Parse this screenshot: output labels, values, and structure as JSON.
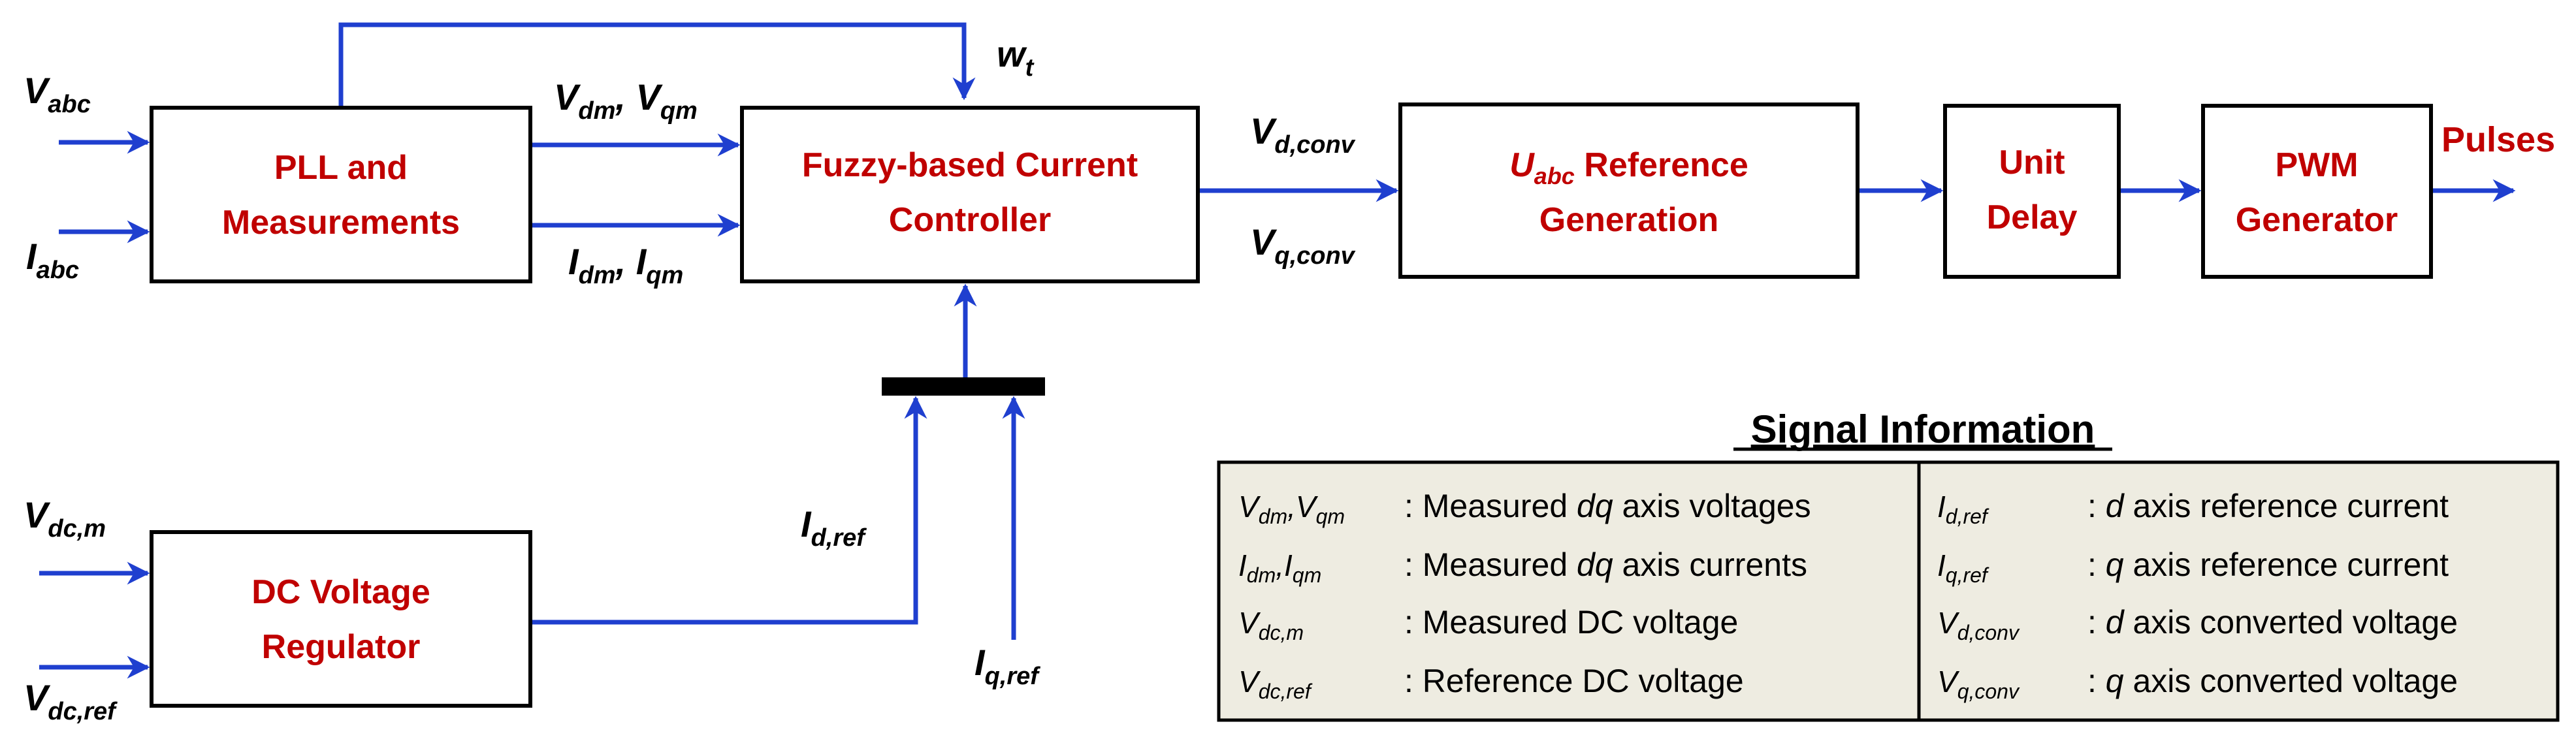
{
  "blocks": {
    "pll": [
      "PLL and",
      "Measurements"
    ],
    "fuzzy": [
      "Fuzzy-based Current",
      "Controller"
    ],
    "uabc": {
      "main": "U",
      "sub": "abc",
      "rest": " Reference",
      "line2": "Generation"
    },
    "delay": [
      "Unit",
      "Delay"
    ],
    "pwm": [
      "PWM",
      "Generator"
    ],
    "dc": [
      "DC Voltage",
      "Regulator"
    ]
  },
  "signals": {
    "vabc": {
      "m": "V",
      "s": "abc"
    },
    "iabc": {
      "m": "I",
      "s": "abc"
    },
    "vdm": {
      "m": "V",
      "s": "dm"
    },
    "vqm": {
      "m": "V",
      "s": "qm"
    },
    "idm": {
      "m": "I",
      "s": "dm"
    },
    "iqm": {
      "m": "I",
      "s": "qm"
    },
    "wt": {
      "m": "w",
      "s": "t"
    },
    "vdconv": {
      "m": "V",
      "s": "d,conv"
    },
    "vqconv": {
      "m": "V",
      "s": "q,conv"
    },
    "pulses": "Pulses",
    "vdcm": {
      "m": "V",
      "s": "dc,m"
    },
    "vdcref": {
      "m": "V",
      "s": "dc,ref"
    },
    "idref": {
      "m": "I",
      "s": "d,ref"
    },
    "iqref": {
      "m": "I",
      "s": "q,ref"
    }
  },
  "legend": {
    "title": "Signal Information",
    "left": [
      {
        "sym": [
          {
            "m": "V",
            "s": "dm"
          },
          {
            "m": "V",
            "s": "qm"
          }
        ],
        "pre": ": Measured ",
        "it": "dq",
        "post": " axis voltages"
      },
      {
        "sym": [
          {
            "m": "I",
            "s": "dm"
          },
          {
            "m": "I",
            "s": "qm"
          }
        ],
        "pre": ": Measured ",
        "it": "dq",
        "post": " axis currents"
      },
      {
        "sym": [
          {
            "m": "V",
            "s": "dc,m"
          }
        ],
        "pre": ": Measured DC voltage",
        "it": "",
        "post": ""
      },
      {
        "sym": [
          {
            "m": "V",
            "s": "dc,ref"
          }
        ],
        "pre": ": Reference DC voltage",
        "it": "",
        "post": ""
      }
    ],
    "right": [
      {
        "sym": [
          {
            "m": "I",
            "s": "d,ref"
          }
        ],
        "pre": ": ",
        "it": "d",
        "post": " axis reference current"
      },
      {
        "sym": [
          {
            "m": "I",
            "s": "q,ref"
          }
        ],
        "pre": ": ",
        "it": "q",
        "post": " axis reference current"
      },
      {
        "sym": [
          {
            "m": "V",
            "s": "d,conv"
          }
        ],
        "pre": ": ",
        "it": "d",
        "post": " axis converted voltage"
      },
      {
        "sym": [
          {
            "m": "V",
            "s": "q,conv"
          }
        ],
        "pre": ": ",
        "it": "q",
        "post": " axis converted voltage"
      }
    ]
  },
  "colors": {
    "wire": "#1f3fcf",
    "block_text": "#c00000",
    "legend_bg": "#eeece1"
  }
}
